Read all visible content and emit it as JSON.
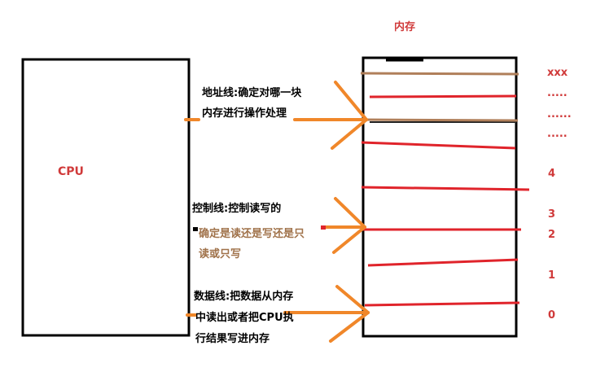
{
  "colors": {
    "text_red": "#d03a3a",
    "line_red": "#e0242b",
    "line_brown": "#b07f5a",
    "arrow_orange": "#f0872a",
    "outline_black": "#000000",
    "text_brown": "#a0724a"
  },
  "cpu": {
    "label": "CPU"
  },
  "memory": {
    "title": "内存",
    "slot_labels": [
      "xxx",
      ".....",
      "......",
      ".....",
      "4",
      "3",
      "2",
      "1",
      "0"
    ]
  },
  "buses": {
    "address": {
      "line1": "地址线:确定对哪一块",
      "line2": "内存进行操作处理"
    },
    "control": {
      "line1": "控制线:控制读写的",
      "line2": "确定是读还是写还是只",
      "line3": "读或只写"
    },
    "data": {
      "line1": "数据线:把数据从内存",
      "line2": "中读出或者把CPU执",
      "line3": "行结果写进内存"
    }
  }
}
